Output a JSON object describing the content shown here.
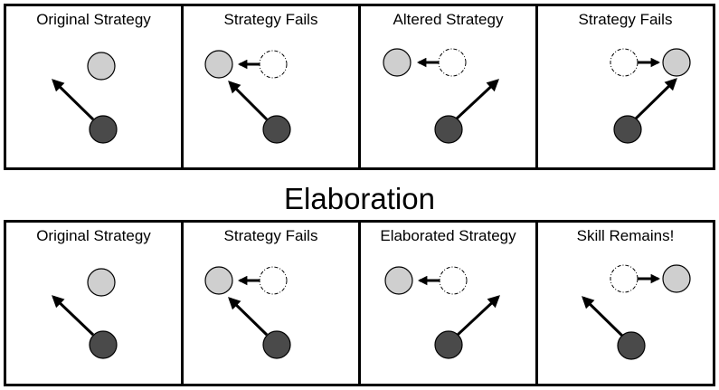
{
  "colors": {
    "frame": "#000000",
    "target_ball": "#cfcfcf",
    "agent_ball": "#4a4a4a",
    "ghost_ball": "#ffffff",
    "arrow": "#000000"
  },
  "rows": [
    {
      "panels": [
        {
          "title": "Original Strategy",
          "icons": [
            "target-ball-icon",
            "agent-ball-icon",
            "aim-arrow-icon"
          ]
        },
        {
          "title": "Strategy Fails",
          "icons": [
            "target-ball-icon",
            "ghost-ball-icon",
            "move-arrow-left-icon",
            "agent-ball-icon",
            "aim-arrow-icon"
          ]
        },
        {
          "title": "Altered Strategy",
          "icons": [
            "target-ball-icon",
            "ghost-ball-icon",
            "move-arrow-left-icon",
            "agent-ball-icon",
            "aim-arrow-icon"
          ]
        },
        {
          "title": "Strategy Fails",
          "icons": [
            "ghost-ball-icon",
            "move-arrow-right-icon",
            "target-ball-icon",
            "agent-ball-icon",
            "aim-arrow-icon"
          ]
        }
      ]
    },
    {
      "title": "Elaboration",
      "panels": [
        {
          "title": "Original Strategy",
          "icons": [
            "target-ball-icon",
            "agent-ball-icon",
            "aim-arrow-icon"
          ]
        },
        {
          "title": "Strategy Fails",
          "icons": [
            "target-ball-icon",
            "ghost-ball-icon",
            "move-arrow-left-icon",
            "agent-ball-icon",
            "aim-arrow-icon"
          ]
        },
        {
          "title": "Elaborated Strategy",
          "icons": [
            "target-ball-icon",
            "ghost-ball-icon",
            "move-arrow-left-icon",
            "agent-ball-icon",
            "aim-arrow-icon"
          ]
        },
        {
          "title": "Skill Remains!",
          "icons": [
            "ghost-ball-icon",
            "move-arrow-right-icon",
            "target-ball-icon",
            "agent-ball-icon",
            "aim-arrow-icon"
          ]
        }
      ]
    }
  ]
}
